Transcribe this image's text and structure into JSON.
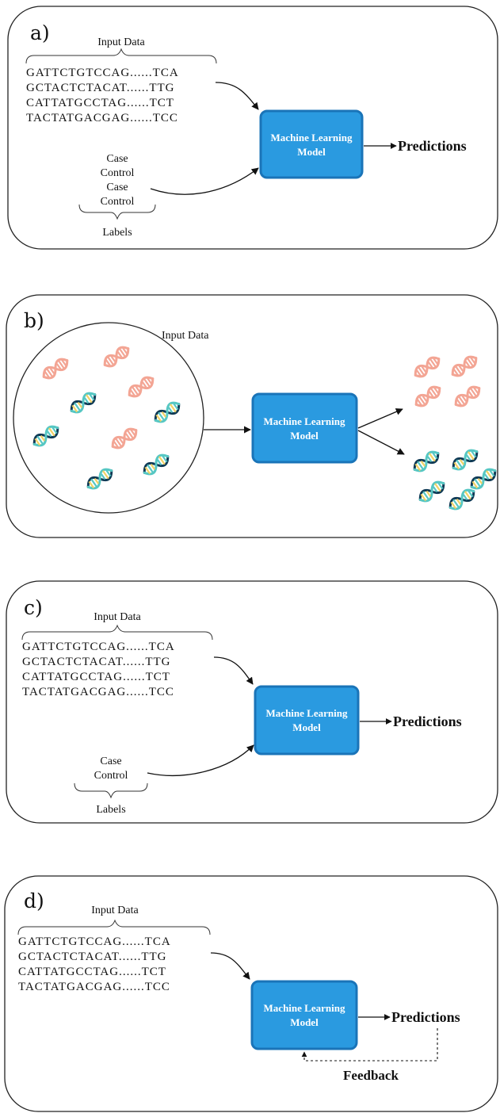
{
  "panels": {
    "a": {
      "letter": "a)",
      "input_label": "Input Data",
      "sequences": [
        "GATTCTGTCCAG......TCA",
        "GCTACTCTACAT......TTG",
        "CATTATGCCTAG......TCT",
        "TACTATGACGAG......TCC"
      ],
      "labels": [
        "Case",
        "Control",
        "Case",
        "Control"
      ],
      "labels_caption": "Labels",
      "model_lines": [
        "Machine Learning",
        "Model"
      ],
      "output": "Predictions"
    },
    "b": {
      "letter": "b)",
      "input_label": "Input Data",
      "model_lines": [
        "Machine Learning",
        "Model"
      ]
    },
    "c": {
      "letter": "c)",
      "input_label": "Input Data",
      "sequences": [
        "GATTCTGTCCAG......TCA",
        "GCTACTCTACAT......TTG",
        "CATTATGCCTAG......TCT",
        "TACTATGACGAG......TCC"
      ],
      "labels": [
        "Case",
        "Control"
      ],
      "labels_caption": "Labels",
      "model_lines": [
        "Machine Learning",
        "Model"
      ],
      "output": "Predictions"
    },
    "d": {
      "letter": "d)",
      "input_label": "Input Data",
      "sequences": [
        "GATTCTGTCCAG......TCA",
        "GCTACTCTACAT......TTG",
        "CATTATGCCTAG......TCT",
        "TACTATGACGAG......TCC"
      ],
      "model_lines": [
        "Machine Learning",
        "Model"
      ],
      "output": "Predictions",
      "feedback": "Feedback"
    }
  },
  "colors": {
    "model_box": "#2a9ae0",
    "dna_salmon": "#f3a594",
    "dna_navy": "#0f3a55",
    "dna_teal": "#56c7c3",
    "dna_yellow": "#f1d265"
  },
  "icons": [
    "dna-helix-icon"
  ]
}
